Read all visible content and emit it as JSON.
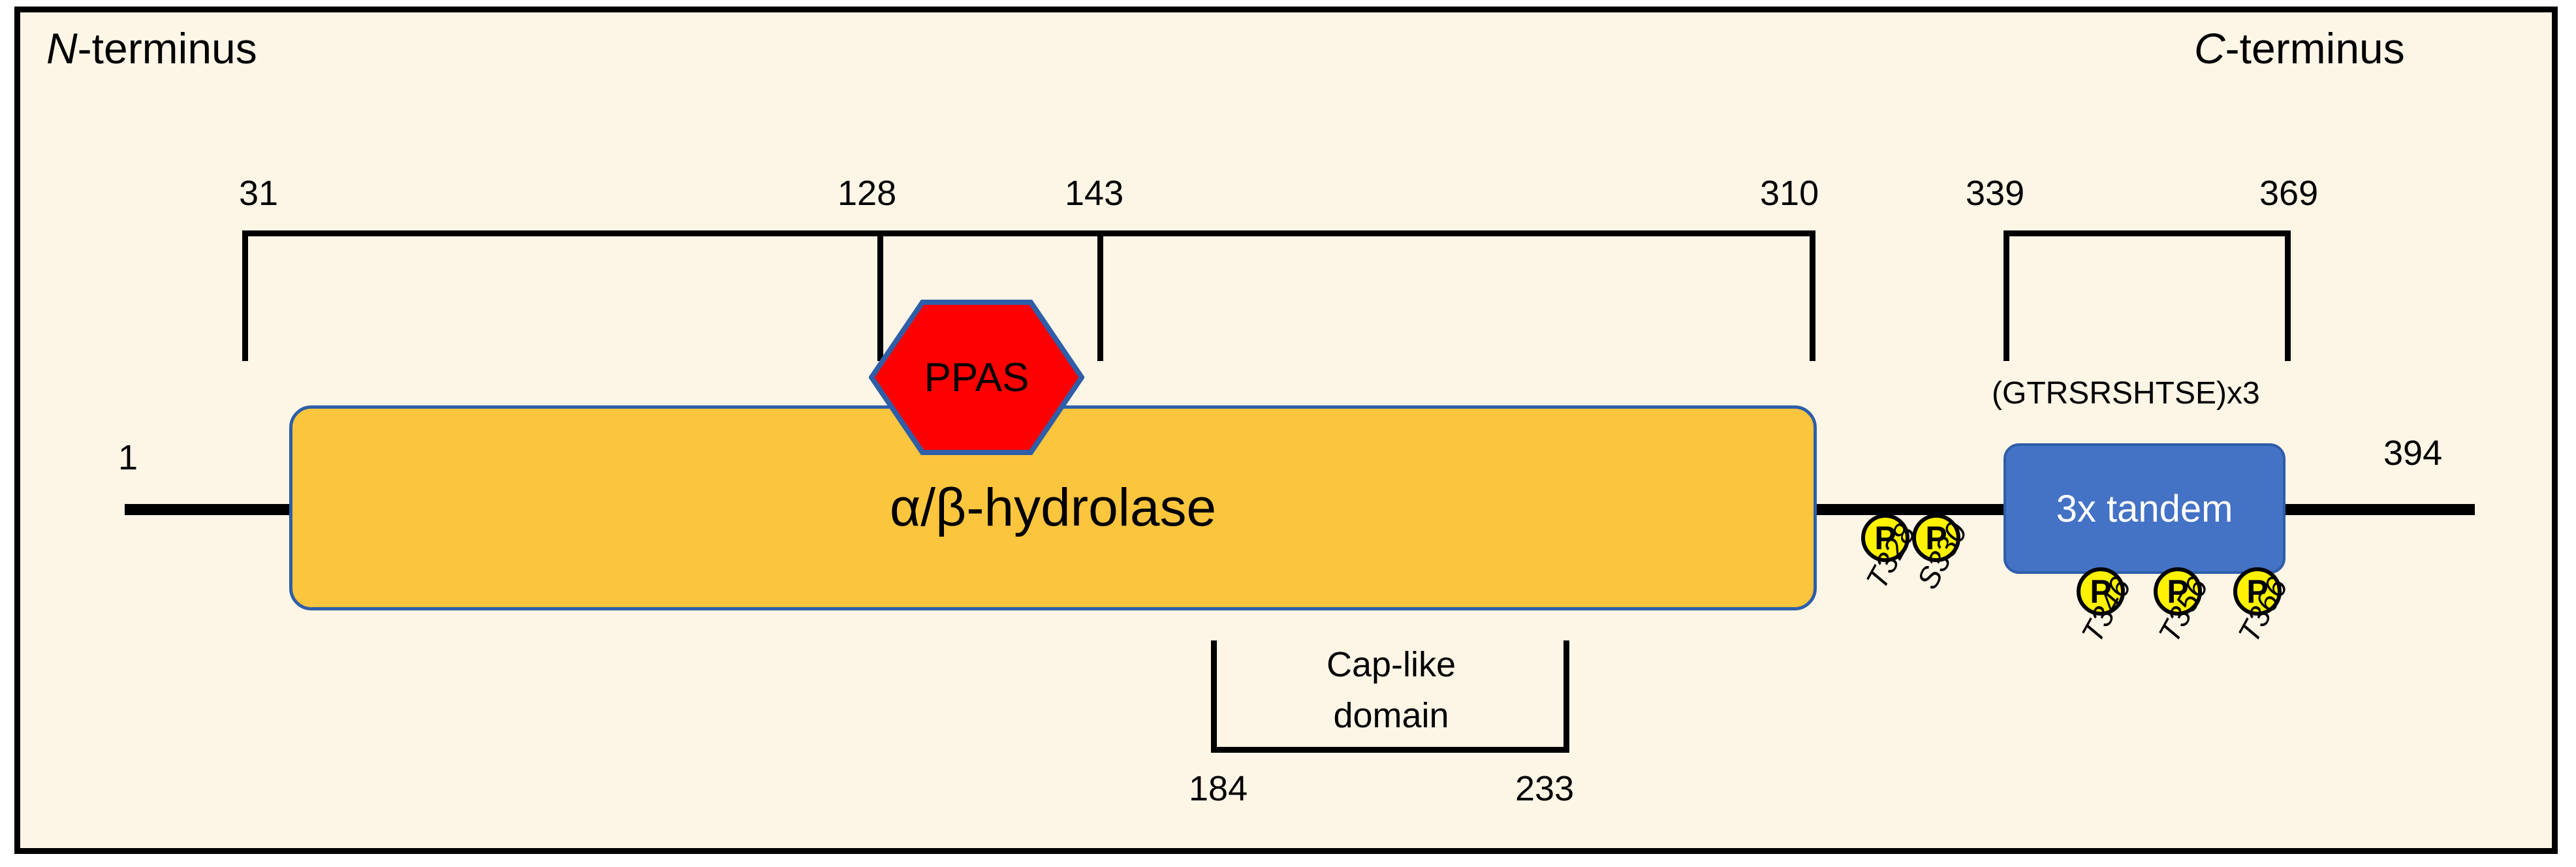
{
  "figure": {
    "type": "protein-domain-diagram",
    "termini": {
      "n_label": "N",
      "n_suffix": "-terminus",
      "c_label": "C",
      "c_suffix": "-terminus"
    },
    "backbone": {
      "start_residue": "1",
      "end_residue": "394"
    },
    "top_positions": [
      {
        "value": "31"
      },
      {
        "value": "128"
      },
      {
        "value": "143"
      },
      {
        "value": "310"
      },
      {
        "value": "339"
      },
      {
        "value": "369"
      }
    ],
    "domains": [
      {
        "name": "alpha-beta-hydrolase",
        "label": "α/β-hydrolase",
        "fill": "#FBC53E",
        "stroke": "#2E5EA8",
        "start": "31",
        "end": "310"
      },
      {
        "name": "ppas",
        "label": "PPAS",
        "fill": "#FF0000",
        "stroke": "#2E5EA8",
        "start": "128",
        "end": "143"
      },
      {
        "name": "tandem-repeat",
        "label": "3x tandem",
        "fill": "#4472C4",
        "stroke": "#2E5EA8",
        "start": "339",
        "end": "369"
      }
    ],
    "repeat_sequence": "(GTRSRSHTSE)x3",
    "cap_domain": {
      "line1": "Cap-like",
      "line2": "domain",
      "start": "184",
      "end": "233"
    },
    "phospho_sites": [
      {
        "marker": "P",
        "label": "T328"
      },
      {
        "marker": "P",
        "label": "S330"
      },
      {
        "marker": "P",
        "label": "T346"
      },
      {
        "marker": "P",
        "label": "T356"
      },
      {
        "marker": "P",
        "label": "T366"
      }
    ],
    "colors": {
      "background": "#FDF5E6",
      "border": "#000000",
      "hydrolase_fill": "#FBC53E",
      "hydrolase_stroke": "#2E5EA8",
      "ppas_fill": "#FF0000",
      "tandem_fill": "#4472C4",
      "phospho_fill": "#FFF200"
    }
  }
}
